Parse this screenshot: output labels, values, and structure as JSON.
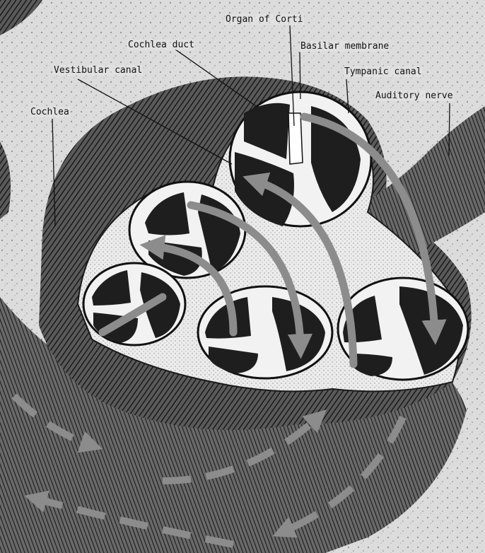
{
  "labels": {
    "organ_of_corti": "Organ of Corti",
    "cochlea_duct": "Cochlea duct",
    "basilar_membrane": "Basilar membrane",
    "vestibular_canal": "Vestibular canal",
    "tympanic_canal": "Tympanic canal",
    "auditory_nerve": "Auditory nerve",
    "cochlea": "Cochlea"
  },
  "colors": {
    "background": "#d9d9d9",
    "ink": "#111111",
    "arrow": "#8c8c8c",
    "cavity": "#1e1e1e",
    "wall": "#f2f2f2"
  }
}
